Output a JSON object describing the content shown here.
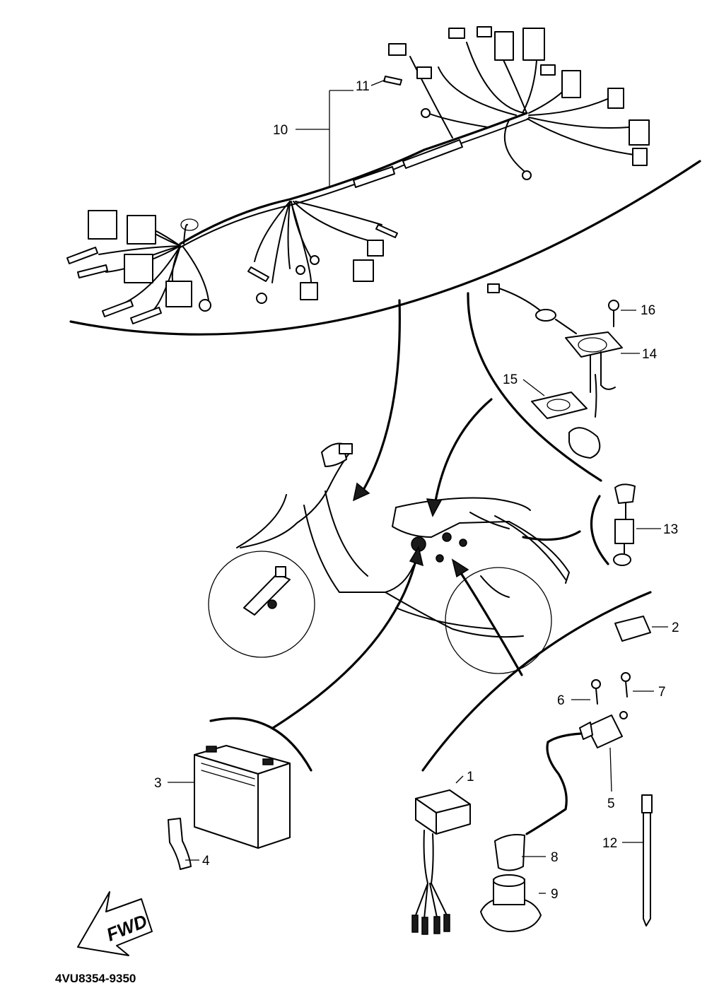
{
  "diagram": {
    "part_code": "4VU8354-9350",
    "fwd_label": "FWD",
    "callouts": {
      "c1": "1",
      "c2": "2",
      "c3": "3",
      "c4": "4",
      "c5": "5",
      "c6": "6",
      "c7": "7",
      "c8": "8",
      "c9": "9",
      "c10": "10",
      "c11": "11",
      "c12": "12",
      "c13": "13",
      "c14": "14",
      "c15": "15",
      "c16": "16"
    }
  }
}
